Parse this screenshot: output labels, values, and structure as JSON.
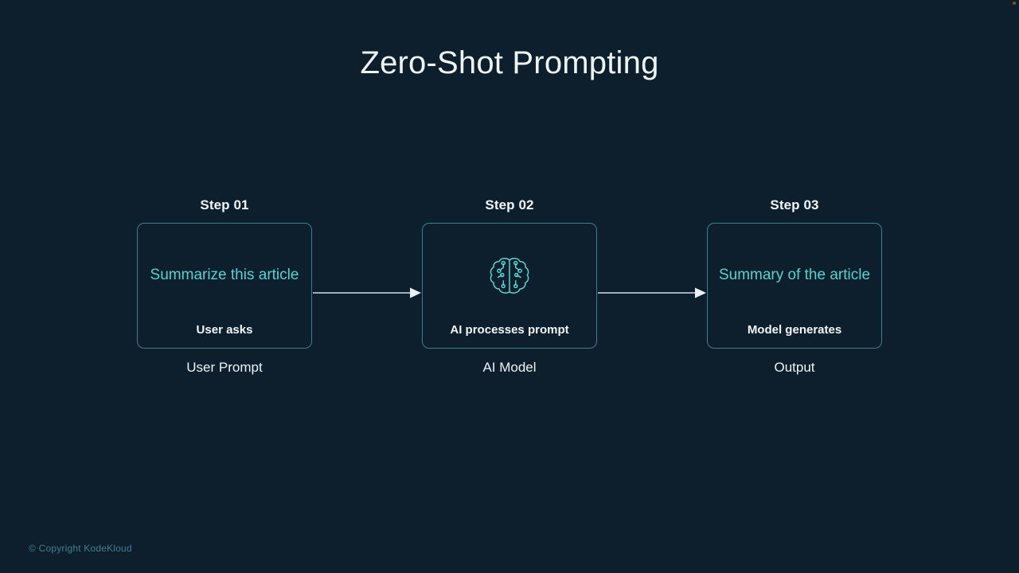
{
  "slide": {
    "title": "Zero-Shot Prompting",
    "background_color": "#0d1f2d",
    "title_color": "#eef4f8",
    "accent_color": "#55d2d2",
    "border_color": "#3f7f8c"
  },
  "steps": [
    {
      "step_label": "Step 01",
      "card_main_text": "Summarize this article",
      "card_caption": "User asks",
      "step_caption": "User Prompt",
      "icon": "none"
    },
    {
      "step_label": "Step 02",
      "card_main_text": "",
      "card_caption": "AI processes prompt",
      "step_caption": "AI Model",
      "icon": "brain-icon"
    },
    {
      "step_label": "Step 03",
      "card_main_text": "Summary of the article",
      "card_caption": "Model generates",
      "step_caption": "Output",
      "icon": "none"
    }
  ],
  "connectors": [
    {
      "direction": "right"
    },
    {
      "direction": "right"
    }
  ],
  "footer": {
    "copyright": "© Copyright KodeKloud"
  }
}
